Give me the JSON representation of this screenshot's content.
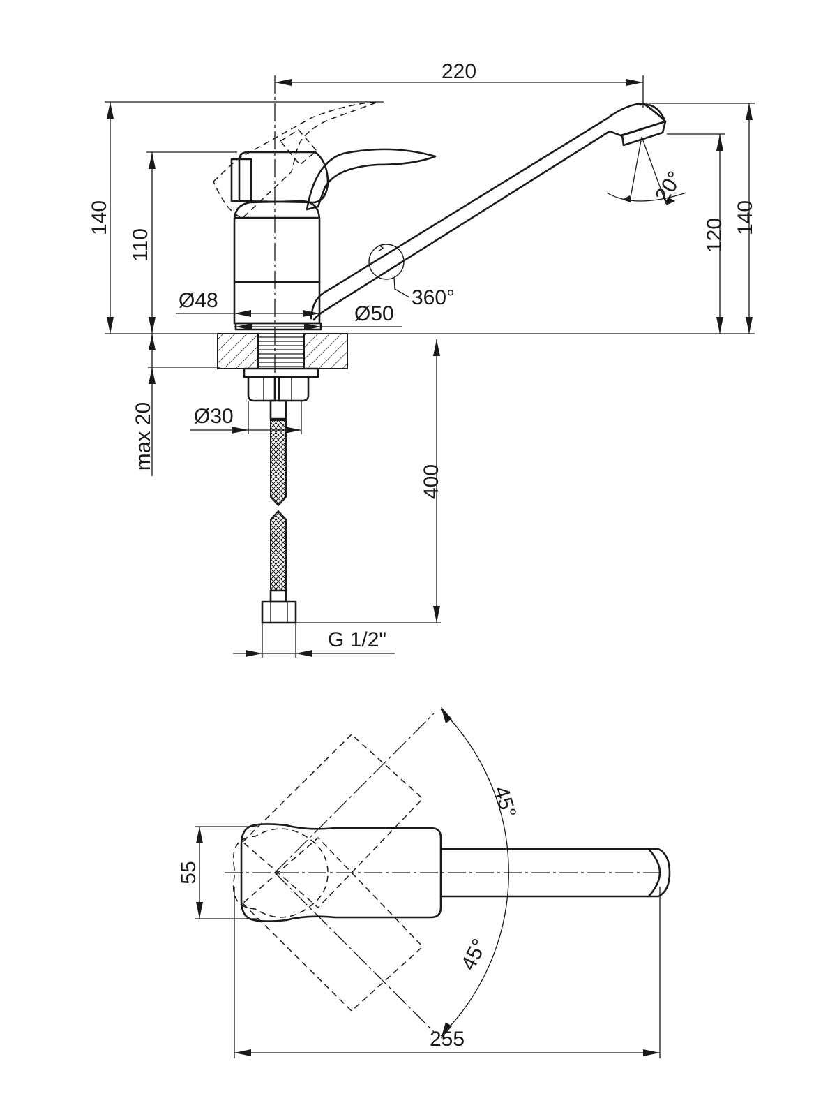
{
  "side_view": {
    "dim_spout_reach": "220",
    "dim_total_height_left": "140",
    "dim_body_height": "110",
    "dim_total_height_right": "140",
    "dim_outlet_height": "120",
    "dim_spray_angle": "20°",
    "dim_rotation": "360°",
    "dim_body_dia": "Ø48",
    "dim_base_dia": "Ø50",
    "dim_shank_dia": "Ø30",
    "dim_max_worktop": "max 20",
    "dim_hose_length": "400",
    "dim_thread": "G 1/2\""
  },
  "top_view": {
    "dim_lever_width": "55",
    "dim_angle_up": "45°",
    "dim_angle_down": "45°",
    "dim_overall_length": "255"
  }
}
